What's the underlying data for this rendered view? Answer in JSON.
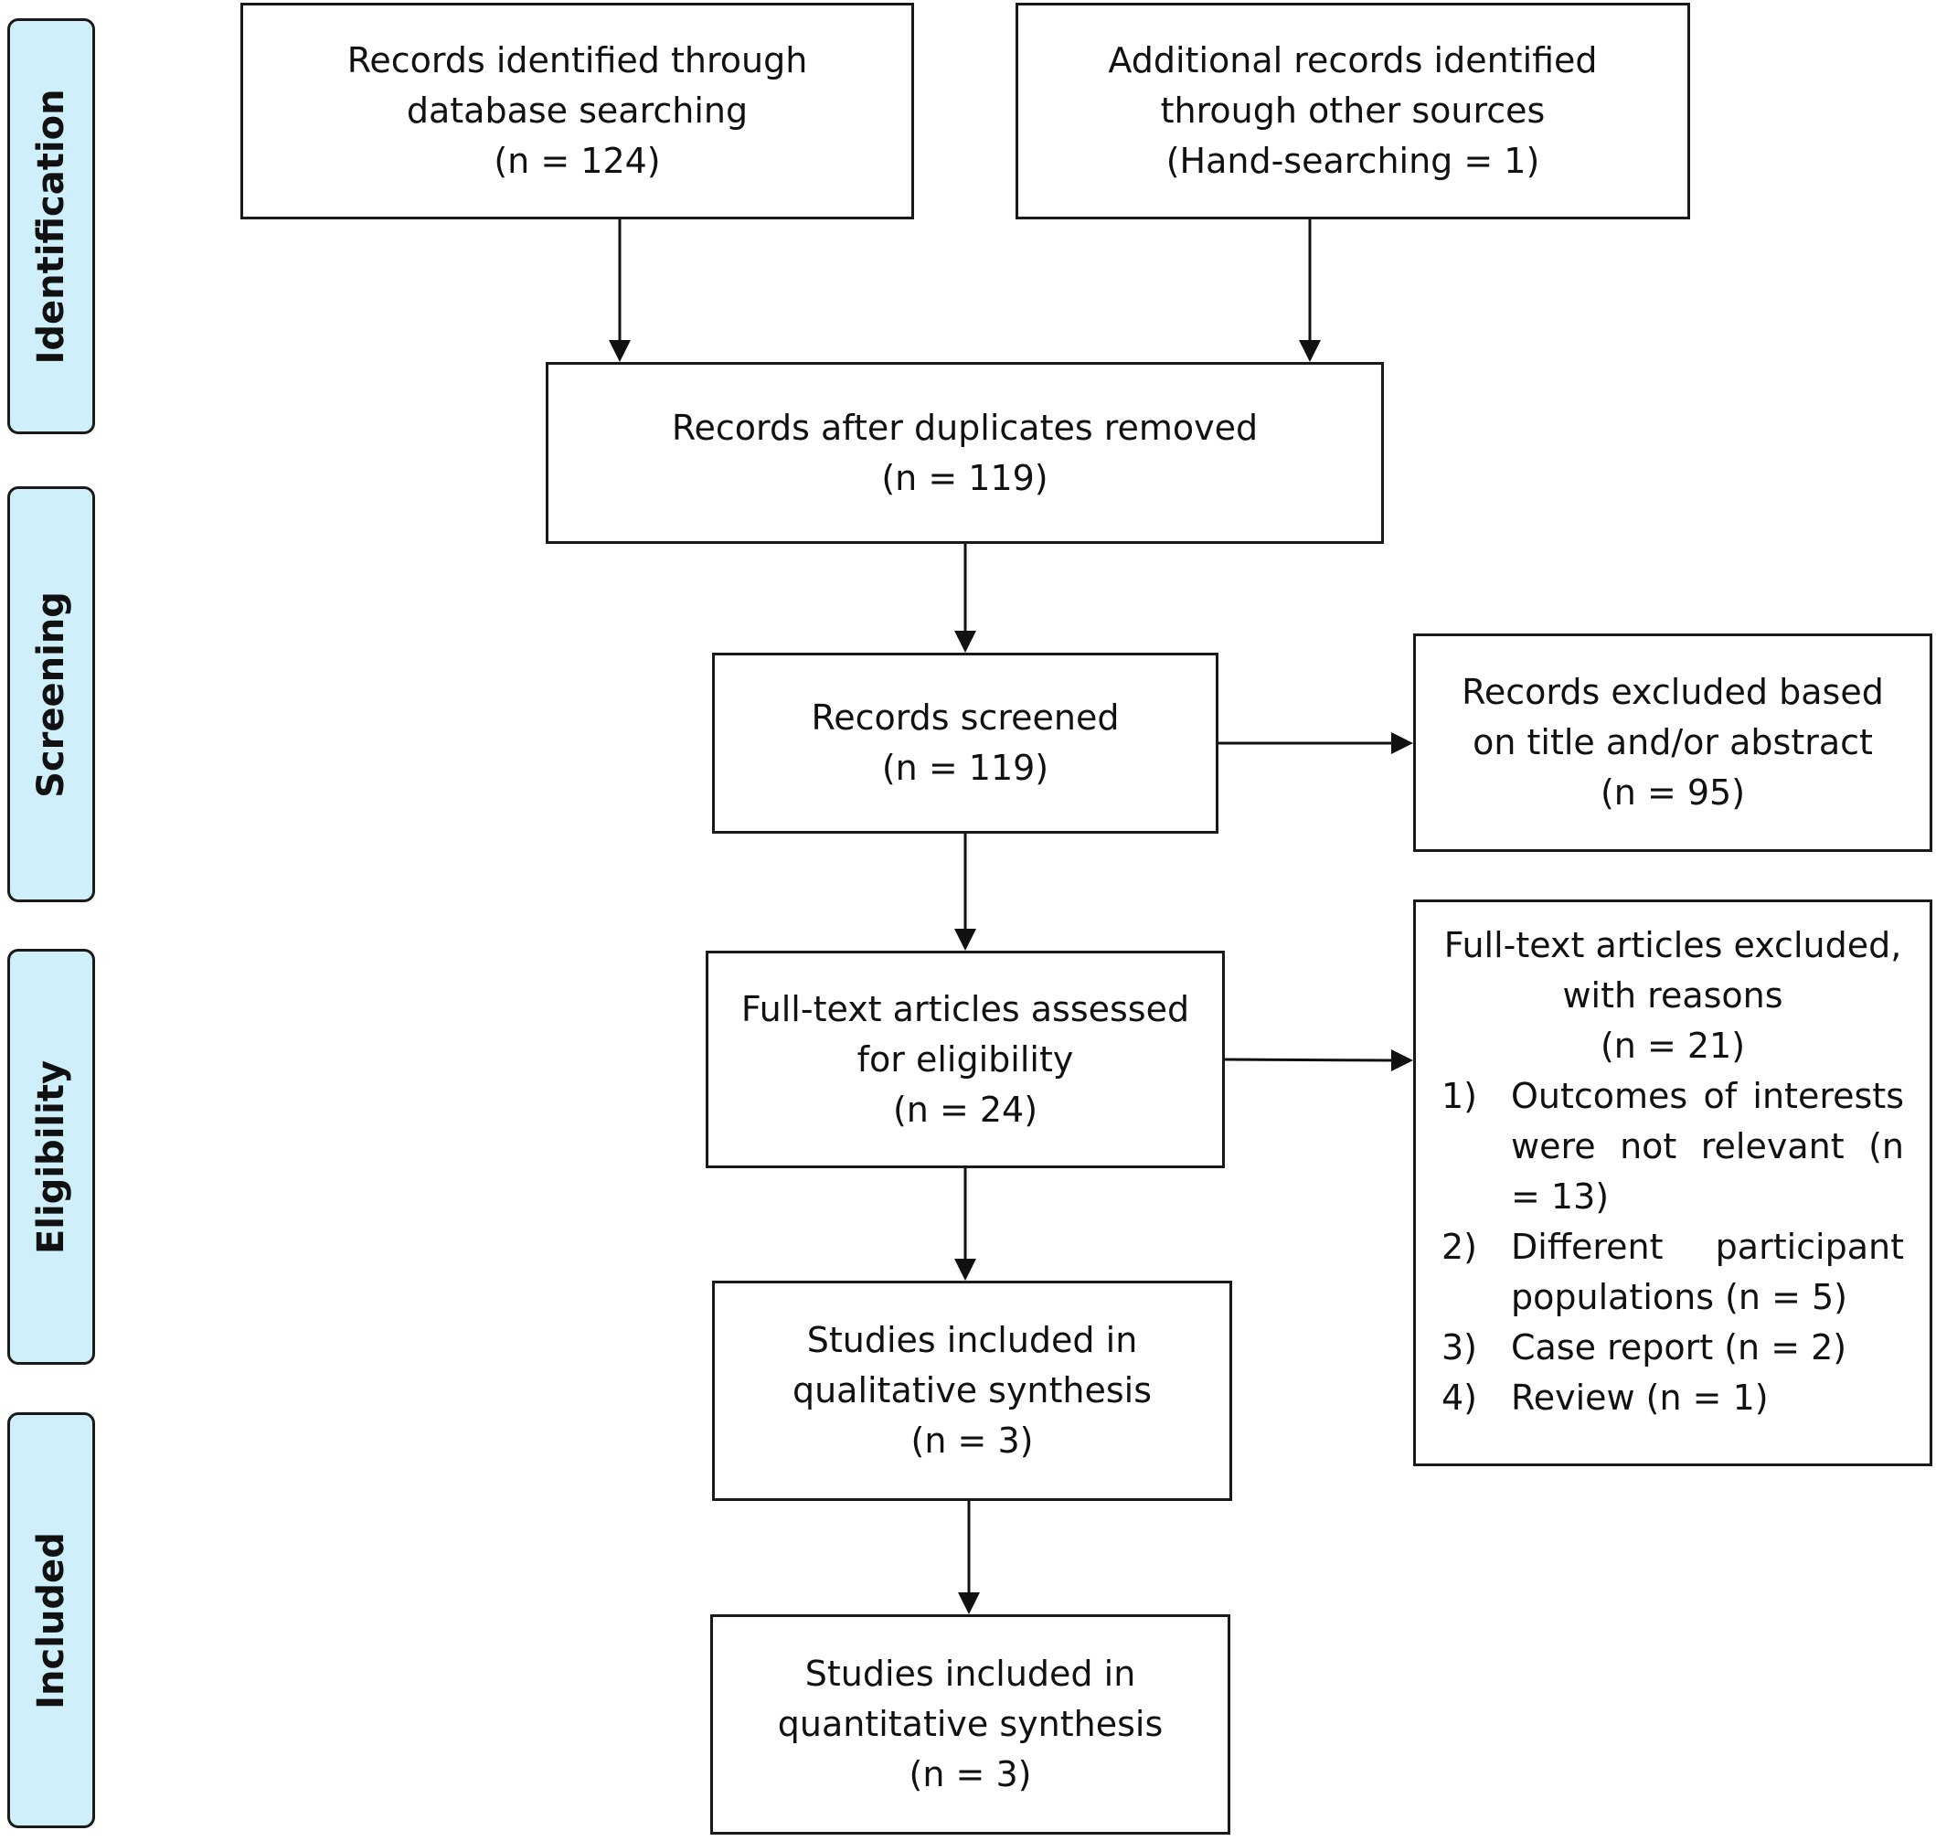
{
  "stages": {
    "identification": "Identification",
    "screening": "Screening",
    "eligibility": "Eligibility",
    "included": "Included"
  },
  "boxes": {
    "database": {
      "line1": "Records identified through",
      "line2": "database searching",
      "line3": "(n = 124)"
    },
    "other_sources": {
      "line1": "Additional records identified",
      "line2": "through other sources",
      "line3": "(Hand-searching = 1)"
    },
    "duplicates_removed": {
      "line1": "Records after duplicates removed",
      "line2": "(n = 119)"
    },
    "screened": {
      "line1": "Records screened",
      "line2": "(n = 119)"
    },
    "excluded_title": {
      "line1": "Records excluded based",
      "line2": "on title and/or abstract",
      "line3": "(n = 95)"
    },
    "fulltext_assessed": {
      "line1": "Full-text articles assessed",
      "line2": "for eligibility",
      "line3": "(n = 24)"
    },
    "fulltext_excluded": {
      "line1": "Full-text articles excluded,",
      "line2": "with reasons",
      "line3": "(n = 21)",
      "reasons": [
        {
          "num": "1)",
          "text": "Outcomes of interests were not relevant (n = 13)"
        },
        {
          "num": "2)",
          "text": "Different participant populations (n = 5)"
        },
        {
          "num": "3)",
          "text": "Case report (n = 2)"
        },
        {
          "num": "4)",
          "text": "Review (n = 1)"
        }
      ]
    },
    "qualitative": {
      "line1": "Studies included in",
      "line2": "qualitative synthesis",
      "line3": "(n = 3)"
    },
    "quantitative": {
      "line1": "Studies included in",
      "line2": "quantitative synthesis",
      "line3": "(n = 3)"
    }
  }
}
